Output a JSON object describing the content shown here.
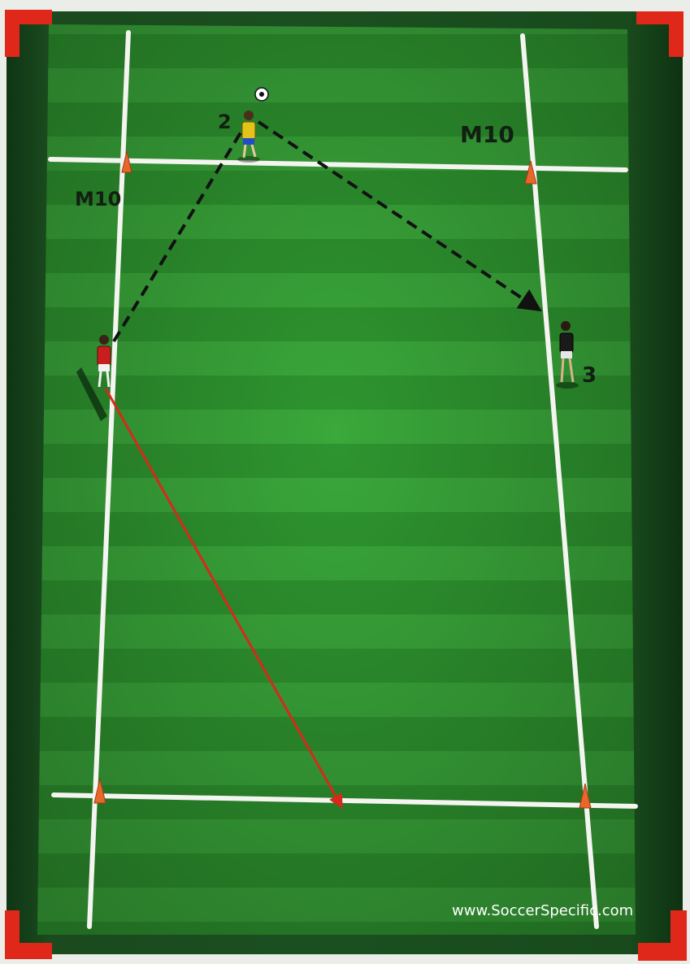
{
  "diagram": {
    "zone_labels": [
      "M10",
      "M10"
    ],
    "player_numbers": {
      "player_2": "2",
      "player_3": "3"
    },
    "watermark": "www.SoccerSpecific.com",
    "colors": {
      "grass_light": "#3aa83a",
      "grass_dark": "#2c8f2e",
      "lines": "#f4f4f0",
      "cone": "#e8672a",
      "pass_arrow": "#111111",
      "run_arrow": "#d42a1c",
      "frame_corner": "#e0281a",
      "player_2_kit": "#e3c21a",
      "player_1_kit": "#c81e1e",
      "player_3_kit": "#1a1a1a"
    },
    "icons": [
      "ball-icon",
      "cone-icon",
      "player-icon"
    ]
  }
}
